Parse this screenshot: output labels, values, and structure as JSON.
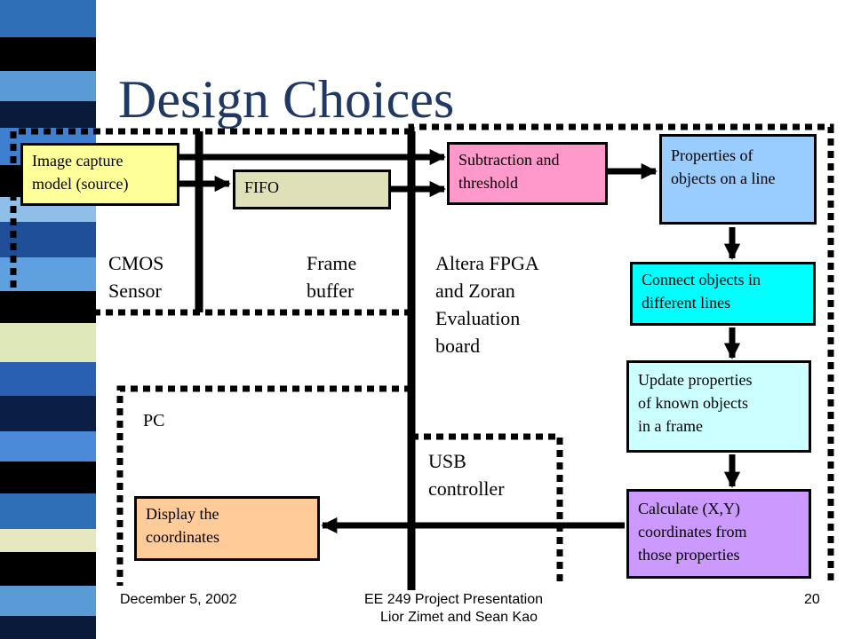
{
  "title": "Design Choices",
  "colors": {
    "title": "#1f3864",
    "source_box": "#ffff99",
    "fifo_box": "#e0e0b8",
    "subtraction_box": "#ff99cc",
    "properties_box": "#99ccff",
    "connect_box": "#00ffff",
    "update_box": "#ccffff",
    "calculate_box": "#cc99ff",
    "display_box": "#ffcc99"
  },
  "boxes": {
    "source": [
      "Image capture",
      "model (source)"
    ],
    "fifo": "FIFO",
    "subtraction": [
      "Subtraction and",
      "threshold"
    ],
    "properties": [
      "Properties of",
      "objects on a line"
    ],
    "connect": [
      "Connect objects in",
      "different lines"
    ],
    "update": [
      "Update properties",
      "of known objects",
      "in a frame"
    ],
    "calculate": [
      "Calculate (X,Y)",
      "coordinates from",
      "those properties"
    ],
    "display": [
      "Display the",
      "coordinates"
    ]
  },
  "regions": {
    "cmos": [
      "CMOS",
      "Sensor"
    ],
    "frame_buffer": [
      "Frame",
      "buffer"
    ],
    "fpga": [
      "Altera FPGA",
      "and Zoran",
      "Evaluation",
      "board"
    ],
    "pc": "PC",
    "usb": [
      "USB",
      "controller"
    ]
  },
  "footer": {
    "date": "December 5, 2002",
    "course": "EE 249 Project Presentation",
    "authors": "Lior Zimet and Sean Kao",
    "page": "20"
  }
}
